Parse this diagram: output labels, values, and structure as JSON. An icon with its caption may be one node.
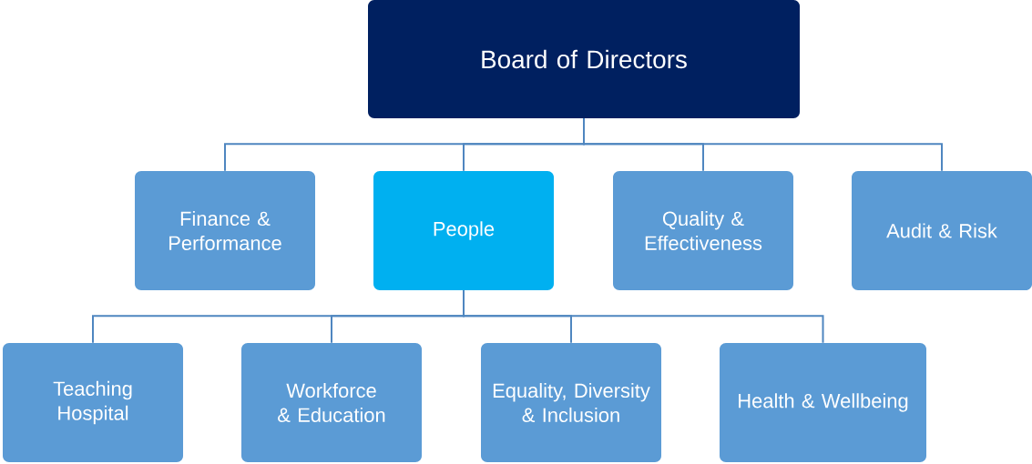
{
  "diagram": {
    "nodes": [
      {
        "text": [
          "Board of Directors"
        ]
      },
      {
        "text": [
          "Finance & Performance"
        ]
      },
      {
        "text": [
          "People"
        ]
      },
      {
        "text": [
          "Quality & Effectiveness"
        ]
      },
      {
        "text": [
          "Audit & Risk"
        ]
      },
      {
        "text": [
          "Teaching Hospital"
        ]
      },
      {
        "text": [
          "Workforce & Education"
        ]
      },
      {
        "text": [
          "Equality, Diversity & Inclusion"
        ]
      },
      {
        "text": [
          "Health & Wellbeing"
        ]
      }
    ],
    "edges": [
      {
        "from": 0,
        "to": 1,
        "arrow": "none"
      },
      {
        "from": 0,
        "to": 2,
        "arrow": "none"
      },
      {
        "from": 0,
        "to": 3,
        "arrow": "none"
      },
      {
        "from": 0,
        "to": 4,
        "arrow": "none"
      },
      {
        "from": 2,
        "to": 5,
        "arrow": "none"
      },
      {
        "from": 2,
        "to": 6,
        "arrow": "none"
      },
      {
        "from": 2,
        "to": 7,
        "arrow": "none"
      },
      {
        "from": 2,
        "to": 8,
        "arrow": "none"
      }
    ]
  }
}
